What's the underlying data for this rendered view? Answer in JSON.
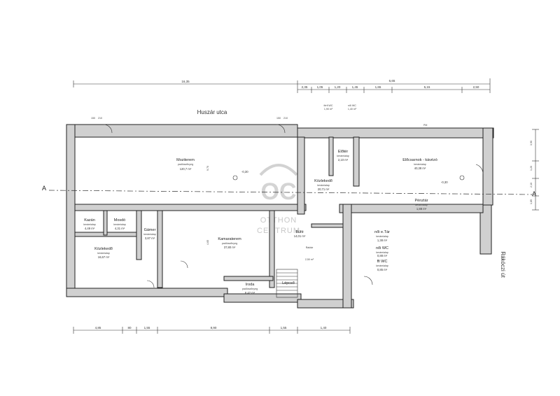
{
  "streets": {
    "top": "Huszár utca",
    "right": "Rákóczi út"
  },
  "section_marker": "A",
  "rooms": [
    {
      "key": "mozi",
      "name": "Moziterem",
      "type": "padlószőnyeg",
      "area": "120,7 m²"
    },
    {
      "key": "kazan",
      "name": "Kazán",
      "type": "kerámialap",
      "area": "4,49 m²"
    },
    {
      "key": "mosdo",
      "name": "Mosdó",
      "type": "kerámialap",
      "area": "4,31 m²"
    },
    {
      "key": "gamer",
      "name": "Gámer",
      "type": "kerámialap",
      "area": "3,87 m²"
    },
    {
      "key": "kozl1",
      "name": "Közlekedő",
      "type": "kerámialap",
      "area": "16,67 m²"
    },
    {
      "key": "kamara",
      "name": "Kamaraterem",
      "type": "padlószőnyeg",
      "area": "37,80 m²"
    },
    {
      "key": "iroda",
      "name": "Iroda",
      "type": "padlószőnyeg",
      "area": "6,42 m²"
    },
    {
      "key": "lepcso",
      "name": "Lépcső",
      "type": "",
      "area": ""
    },
    {
      "key": "kozl2",
      "name": "Közlekedő",
      "type": "kerámialap",
      "area": "20,71 m²"
    },
    {
      "key": "eloter",
      "name": "Előtér",
      "type": "kerámialap",
      "area": "2,10 m²"
    },
    {
      "key": "eloadoi",
      "name": "Előcsarnok - kávézó",
      "type": "kerámialap",
      "area": "40,38 m²"
    },
    {
      "key": "penztar",
      "name": "Pénztár",
      "type": "kerámialap",
      "area": "1,88 m²"
    },
    {
      "key": "ferfiwc",
      "name": "férfi WC",
      "type": "kerámialap",
      "area": "1,90 m²"
    },
    {
      "key": "noiwc",
      "name": "női WC",
      "type": "kerámialap",
      "area": "1,40 m²"
    },
    {
      "key": "buftar",
      "name": "Büfé",
      "type": "kerámialap",
      "area": "14,01 m²"
    },
    {
      "key": "raktar",
      "name": "Raktár",
      "type": "",
      "area": "2,50 m²"
    },
    {
      "key": "noielotar",
      "name": "női e.Tár",
      "type": "kerámialap",
      "area": "1,38 m²"
    },
    {
      "key": "noiwc2",
      "name": "női WC",
      "type": "kerámialap",
      "area": "0,88 m²"
    },
    {
      "key": "ffiwc2",
      "name": "ffi WC",
      "type": "kerámialap",
      "area": "0,85 m²"
    }
  ],
  "dims": {
    "top_total": "16,35",
    "top_right": "6,65",
    "top_segs": [
      "2,35",
      "1,05",
      "1,20",
      "1,45",
      "1,65",
      "5,15",
      "2,50"
    ],
    "bottom_segs": [
      "4,85",
      "80",
      "1,55",
      "8,90",
      "1,55",
      "1,40"
    ],
    "right_segs": [
      "3,90",
      "1,20",
      "2,10",
      "1,85"
    ],
    "window_top": [
      "150",
      "210"
    ],
    "depth_left": "9,70",
    "depth_mid": "4,65",
    "level_mozi": "-0,30",
    "level_eloadoi": "-0,30",
    "pm": "PM"
  },
  "watermark": {
    "logo": "OC",
    "line1": "OTTHON",
    "line2": "CENTRUM"
  }
}
